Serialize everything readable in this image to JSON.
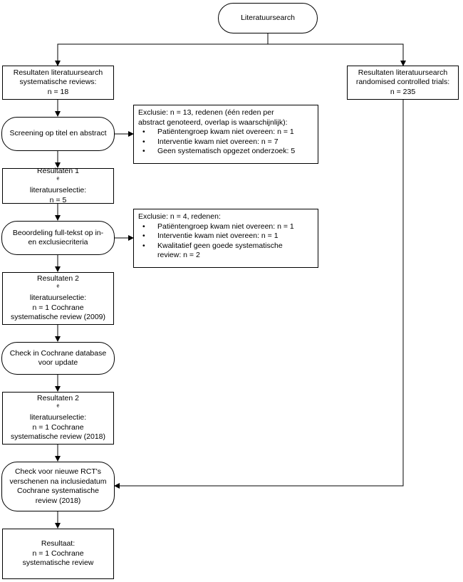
{
  "start": {
    "label": "Literatuursearch"
  },
  "sr_results": {
    "lines": [
      "Resultaten literatuursearch",
      "systematische reviews:",
      "n = 18"
    ]
  },
  "rct_results": {
    "lines": [
      "Resultaten literatuursearch",
      "randomised controlled trials:",
      "n = 235"
    ]
  },
  "screening": {
    "label": "Screening op titel en abstract"
  },
  "exclusion1": {
    "head": [
      "Exclusie: n = 13, redenen (één reden per",
      "abstract genoteerd, overlap is waarschijnlijk):"
    ],
    "items": [
      "Patiëntengroep kwam niet overeen: n = 1",
      "Interventie kwam niet overeen: n = 7",
      "Geen systematisch opgezet onderzoek: 5"
    ]
  },
  "selection1": {
    "line1": "Resultaten 1",
    "sup": "e",
    "line2": "literatuurselectie:",
    "line3": "n = 5"
  },
  "fulltext": {
    "lines": [
      "Beoordeling full-tekst op in-",
      "en exclusiecriteria"
    ]
  },
  "exclusion2": {
    "head": "Exclusie: n = 4, redenen:",
    "items": [
      "Patiëntengroep kwam niet overeen: n = 1",
      "Interventie kwam niet overeen: n = 1"
    ],
    "item3": [
      "Kwalitatief geen goede systematische",
      "review: n = 2"
    ]
  },
  "selection2a": {
    "line1": "Resultaten 2",
    "sup": "e",
    "line2": "literatuurselectie:",
    "line3": "n = 1 Cochrane",
    "line4": "systematische review (2009)"
  },
  "cochrane_check": {
    "lines": [
      "Check in Cochrane database",
      "voor update"
    ]
  },
  "selection2b": {
    "line1": "Resultaten 2",
    "sup": "e",
    "line2": "literatuurselectie:",
    "line3": "n = 1 Cochrane",
    "line4": "systematische review (2018)"
  },
  "rct_check": {
    "lines": [
      "Check voor nieuwe RCT's",
      "verschenen na inclusiedatum",
      "Cochrane systematische",
      "review (2018)"
    ]
  },
  "result": {
    "lines": [
      "Resultaat:",
      "n = 1 Cochrane",
      "systematische review"
    ]
  }
}
